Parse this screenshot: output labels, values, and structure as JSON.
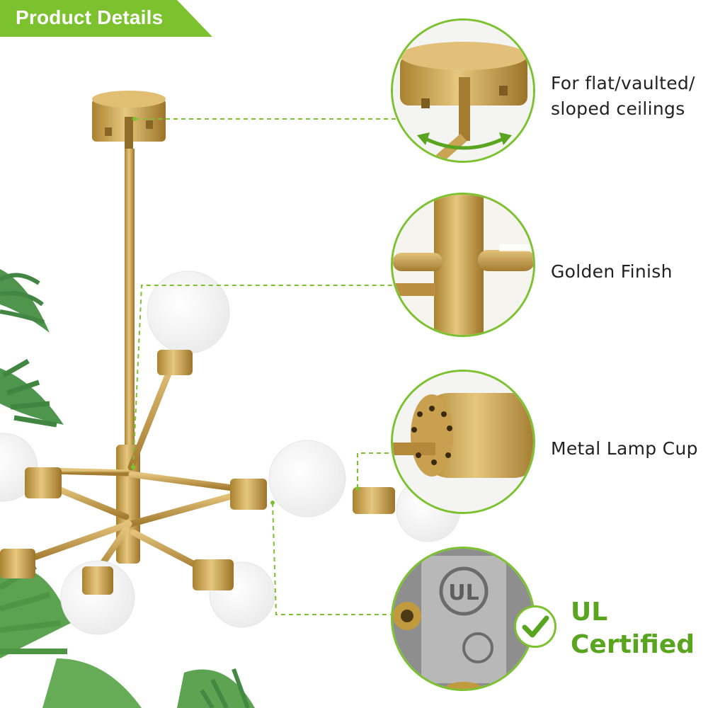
{
  "banner": {
    "title": "Product Details"
  },
  "features": [
    {
      "line1": "For flat/vaulted/",
      "line2": "sloped ceilings"
    },
    {
      "label": "Golden Finish"
    },
    {
      "label": "Metal Lamp Cup"
    },
    {
      "line1": "UL",
      "line2": "Certified"
    }
  ],
  "colors": {
    "accent_green": "#7cc12e",
    "brass": "#c9a452",
    "dark_text": "#222222"
  },
  "icons": [
    "check-icon",
    "rotate-arrows-icon"
  ]
}
